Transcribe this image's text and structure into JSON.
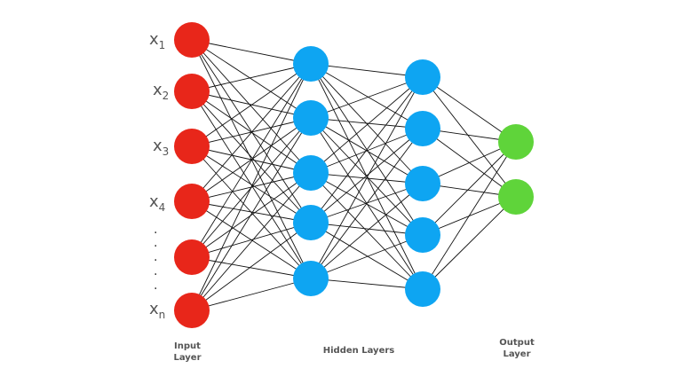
{
  "colors": {
    "input": "#e8261a",
    "hidden": "#0ea5f2",
    "output": "#5fd43a",
    "edge": "#111111",
    "text": "#555555"
  },
  "layers": [
    {
      "role": "input",
      "count": 6
    },
    {
      "role": "hidden",
      "count": 5
    },
    {
      "role": "hidden",
      "count": 5
    },
    {
      "role": "output",
      "count": 2
    }
  ],
  "input_labels": [
    {
      "base": "x",
      "sub": "1"
    },
    {
      "base": "x",
      "sub": "2"
    },
    {
      "base": "x",
      "sub": "3"
    },
    {
      "base": "x",
      "sub": "4"
    },
    {
      "base": "x",
      "sub": "n"
    }
  ],
  "ellipsis": [
    ".",
    ".",
    ".",
    ".",
    "."
  ],
  "captions": {
    "input_line1": "Input",
    "input_line2": "Layer",
    "hidden": "Hidden Layers",
    "output_line1": "Output",
    "output_line2": "Layer"
  }
}
